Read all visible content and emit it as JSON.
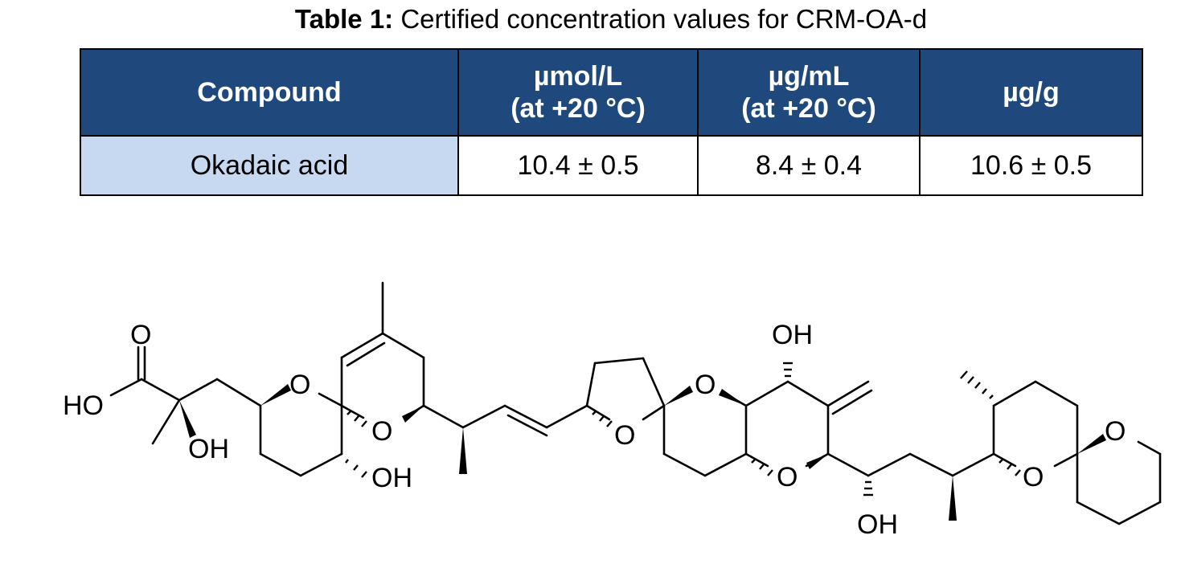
{
  "caption": {
    "label": "Table 1:",
    "text": "Certified concentration values for CRM-OA-d"
  },
  "table": {
    "headers": [
      {
        "line1": "Compound",
        "line2": ""
      },
      {
        "line1": "µmol/L",
        "line2": "(at +20 °C)"
      },
      {
        "line1": "µg/mL",
        "line2": "(at +20 °C)"
      },
      {
        "line1": "µg/g",
        "line2": ""
      }
    ],
    "rows": [
      {
        "compound": "Okadaic acid",
        "umol_per_L": "10.4 ± 0.5",
        "ug_per_mL": "8.4 ± 0.4",
        "ug_per_g": "10.6 ± 0.5"
      }
    ]
  },
  "structure": {
    "atoms": {
      "carbonyl_o": "O",
      "acid_ho": "HO",
      "oh_1": "OH",
      "ring_o_1": "O",
      "ring_o_2": "O",
      "oh_2": "OH",
      "ring_o_3": "O",
      "ring_o_4": "O",
      "oh_top": "OH",
      "ring_o_5": "O",
      "oh_3": "OH",
      "ring_o_6": "O",
      "ring_o_7": "O"
    },
    "colors": {
      "header_bg": "#1f497d",
      "row_label_bg": "#c6d9f1"
    }
  }
}
